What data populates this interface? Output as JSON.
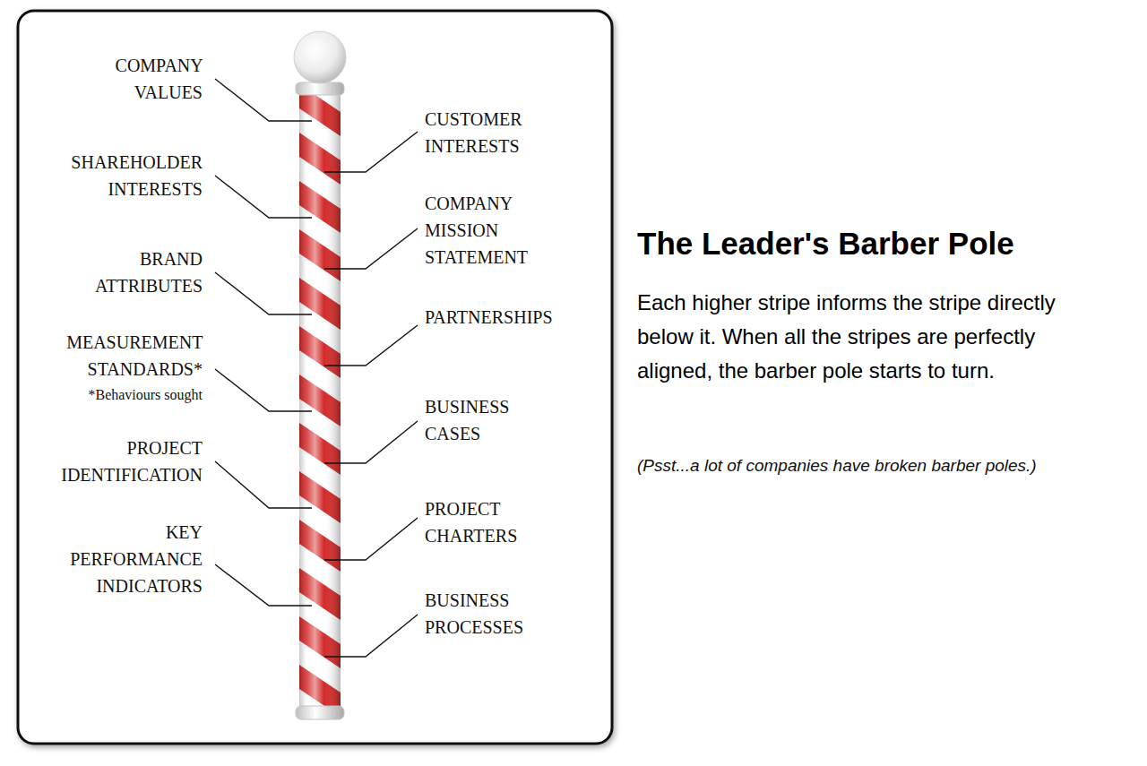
{
  "diagram": {
    "title": "The Leader's Barber Pole",
    "caption": "Each higher stripe informs the stripe directly below it. When all the stripes are perfectly aligned, the barber pole starts to turn.",
    "labels": [
      "COMPANY VALUES",
      "CUSTOMER INTERESTS",
      "SHAREHOLDER INTERESTS",
      "COMPANY MISSION STATEMENT",
      "BRAND ATTRIBUTES",
      "PARTNERSHIPS",
      "MEASUREMENT STANDARDS*",
      "*Behaviours sought",
      "BUSINESS CASES",
      "PROJECT IDENTIFICATION",
      "PROJECT CHARTERS",
      "KEY PERFORMANCE INDICATORS",
      "BUSINESS PROCESSES",
      "(Psst...a lot of companies have broken barber poles.)"
    ]
  }
}
